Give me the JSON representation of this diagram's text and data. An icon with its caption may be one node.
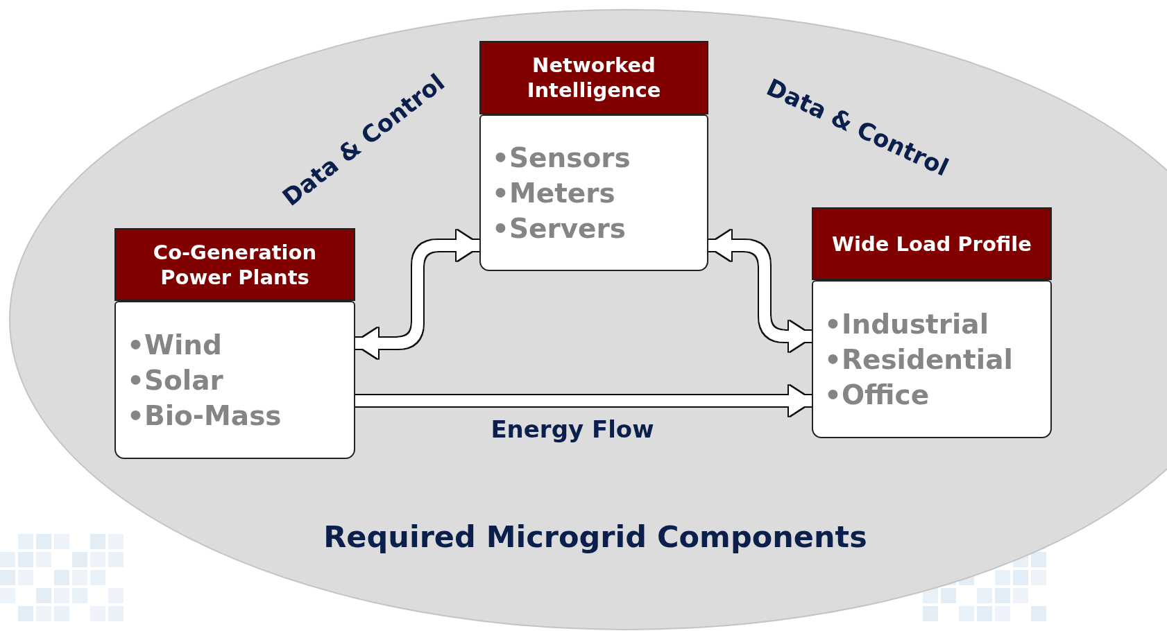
{
  "diagram": {
    "nodes": [
      {
        "text": [
          "Required Microgrid Components"
        ]
      },
      {
        "text": [
          "Networked Intelligence",
          "•Sensors",
          "•Meters",
          "•Servers"
        ],
        "in": 0
      },
      {
        "text": [
          "Co-Generation Power Plants",
          "•Wind",
          "•Solar",
          "•Bio-Mass"
        ],
        "in": 0
      },
      {
        "text": [
          "Wide Load Profile",
          "•Industrial",
          "•Residential",
          "•Office"
        ],
        "in": 0
      }
    ],
    "edges": [
      {
        "from": 2,
        "to": 1,
        "arrow": "both"
      },
      {
        "from": 1,
        "to": 3,
        "arrow": "both"
      },
      {
        "from": 2,
        "to": 3,
        "arrow": "to",
        "label": "Energy Flow"
      }
    ],
    "labels": [
      "Data & Control",
      "Data & Control"
    ]
  }
}
